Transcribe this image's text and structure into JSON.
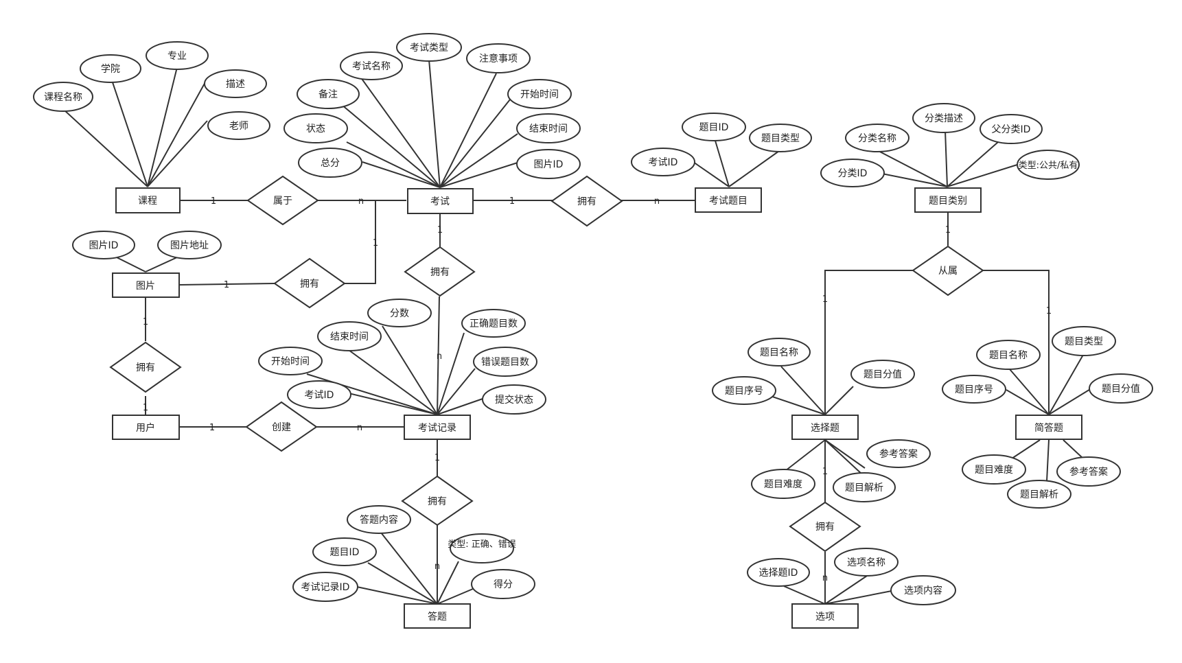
{
  "entities": {
    "course": "课程",
    "exam": "考试",
    "exam_question": "考试题目",
    "question_category": "题目类别",
    "image": "图片",
    "user": "用户",
    "exam_record": "考试记录",
    "answer": "答题",
    "choice_question": "选择题",
    "short_answer_question": "简答题",
    "option": "选项"
  },
  "relations": {
    "course_exam": "属于",
    "exam_question": "拥有",
    "image_exam": "拥有",
    "exam_record": "拥有",
    "image_user": "拥有",
    "user_record": "创建",
    "record_answer": "拥有",
    "category_sub": "从属",
    "choice_option": "拥有"
  },
  "attributes": {
    "course": [
      "课程名称",
      "学院",
      "专业",
      "描述",
      "老师"
    ],
    "exam": [
      "备注",
      "考试名称",
      "考试类型",
      "注意事项",
      "开始时间",
      "结束时间",
      "图片ID",
      "状态",
      "总分"
    ],
    "exam_question": [
      "考试ID",
      "题目ID",
      "题目类型"
    ],
    "category": [
      "分类名称",
      "分类描述",
      "父分类ID",
      "分类ID",
      "类型:公共/私有"
    ],
    "image": [
      "图片ID",
      "图片地址"
    ],
    "exam_record": [
      "分数",
      "结束时间",
      "正确题目数",
      "开始时间",
      "错误题目数",
      "考试ID",
      "提交状态"
    ],
    "answer": [
      "答题内容",
      "题目ID",
      "类型: 正确、错误",
      "考试记录ID",
      "得分"
    ],
    "choice": [
      "题目名称",
      "题目分值",
      "题目序号",
      "参考答案",
      "题目难度",
      "题目解析"
    ],
    "short_answer": [
      "题目类型",
      "题目名称",
      "题目序号",
      "题目分值",
      "参考答案",
      "题目难度",
      "题目解析"
    ],
    "option": [
      "选项名称",
      "选择题ID",
      "选项内容"
    ]
  },
  "cardinality": {
    "one": "1",
    "many": "n"
  }
}
